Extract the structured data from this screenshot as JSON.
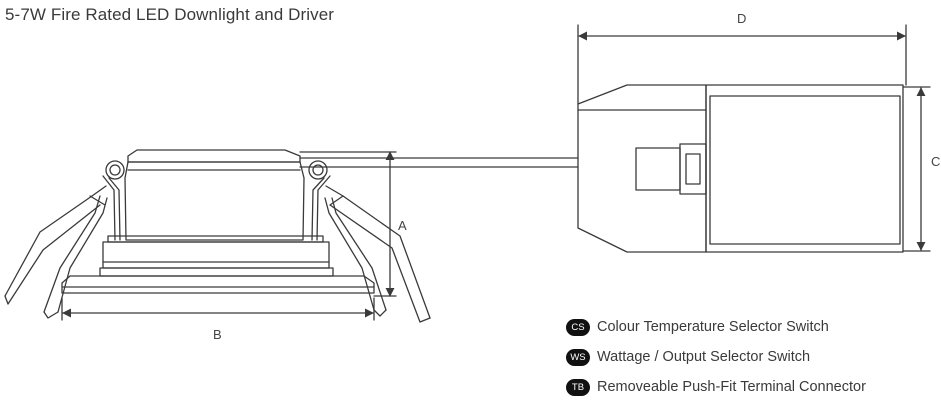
{
  "title": "5-7W Fire Rated LED Downlight and Driver",
  "dimensions": {
    "a": "A",
    "b": "B",
    "c": "C",
    "d": "D"
  },
  "legend": [
    {
      "code": "CS",
      "label": "Colour Temperature Selector Switch"
    },
    {
      "code": "WS",
      "label": "Wattage / Output Selector Switch"
    },
    {
      "code": "TB",
      "label": "Removeable Push-Fit Terminal Connector"
    }
  ],
  "colors": {
    "line": "#3a3a3a",
    "badge": "#111111"
  }
}
